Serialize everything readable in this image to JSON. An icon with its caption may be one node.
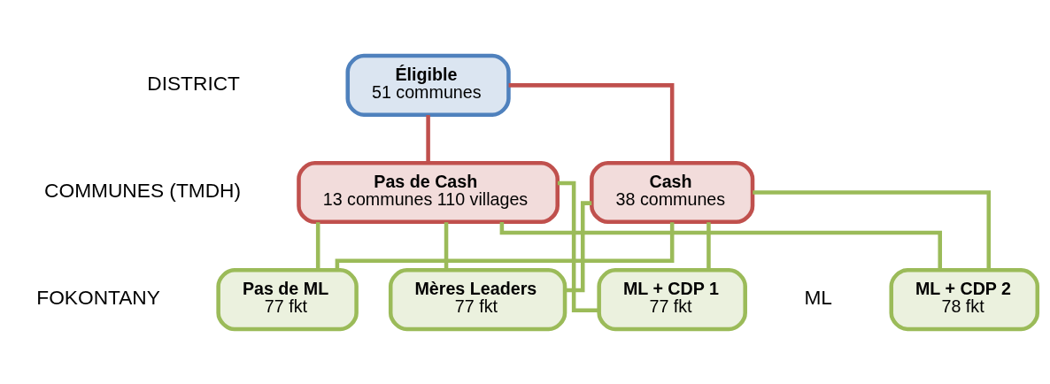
{
  "diagram": {
    "nodes": [
      {
        "text": [
          "Éligible",
          "51 communes"
        ]
      },
      {
        "text": [
          "Cash",
          "38 communes"
        ]
      },
      {
        "text": [
          "Pas de Cash",
          "13 communes 110 villages"
        ]
      },
      {
        "text": [
          "Pas de ML",
          "77 fkt"
        ]
      },
      {
        "text": [
          "Mères Leaders",
          "77 fkt"
        ]
      },
      {
        "text": [
          "ML + CDP 1",
          "77 fkt"
        ]
      },
      {
        "text": [
          "ML + CDP 2",
          "78 fkt"
        ]
      }
    ],
    "edges": [
      {
        "from": 0,
        "to": 1,
        "arrow": "none",
        "color": "#c0504d"
      },
      {
        "from": 0,
        "to": 2,
        "arrow": "none",
        "color": "#c0504d"
      },
      {
        "from": 1,
        "to": 3,
        "arrow": "none"
      },
      {
        "from": 1,
        "to": 4,
        "arrow": "none"
      },
      {
        "from": 1,
        "to": 5,
        "arrow": "none"
      },
      {
        "from": 1,
        "to": 6,
        "arrow": "none"
      },
      {
        "from": 2,
        "to": 3,
        "arrow": "none"
      },
      {
        "from": 2,
        "to": 4,
        "arrow": "none"
      },
      {
        "from": 2,
        "to": 5,
        "arrow": "none"
      },
      {
        "from": 2,
        "to": 6,
        "arrow": "none"
      }
    ],
    "labels": [
      "DISTRICT",
      "COMMUNES (TMDH)",
      "FOKONTANY",
      "ML"
    ]
  }
}
